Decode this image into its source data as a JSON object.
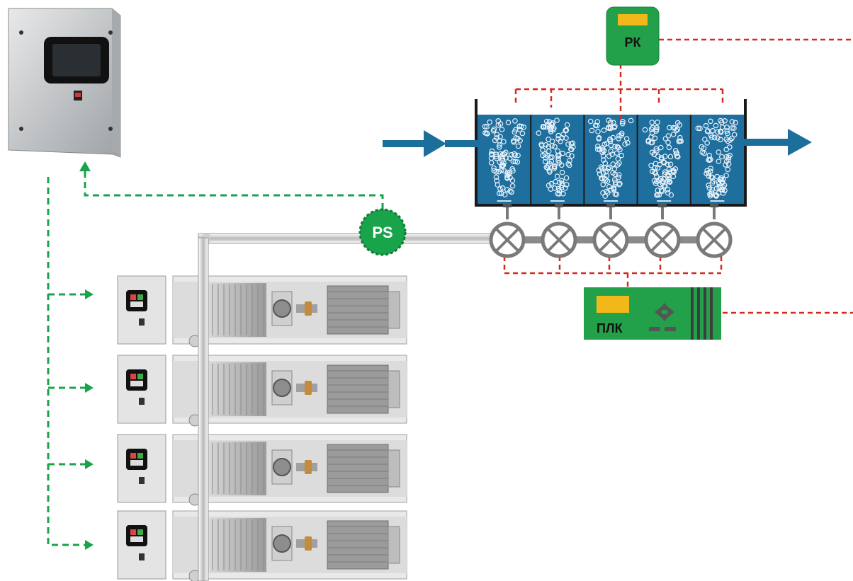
{
  "labels": {
    "regulator": "РК",
    "pressure_sensor": "PS",
    "plc": "ПЛК"
  },
  "counts": {
    "tank_sections": 5,
    "valves": 5,
    "blower_units": 4
  },
  "colors": {
    "water": "#1e6f9e",
    "control_green": "#19a34a",
    "signal_red": "#d42a1f",
    "signal_green": "#19a34a",
    "display_yellow": "#f2b81a",
    "plc_green": "#23a04a",
    "flow_arrow": "#1c6f9a"
  },
  "icons": {
    "cabinet": "control-cabinet-icon",
    "valve": "butterfly-valve-icon",
    "blower": "blower-unit-icon",
    "arrow": "flow-arrow-icon"
  }
}
